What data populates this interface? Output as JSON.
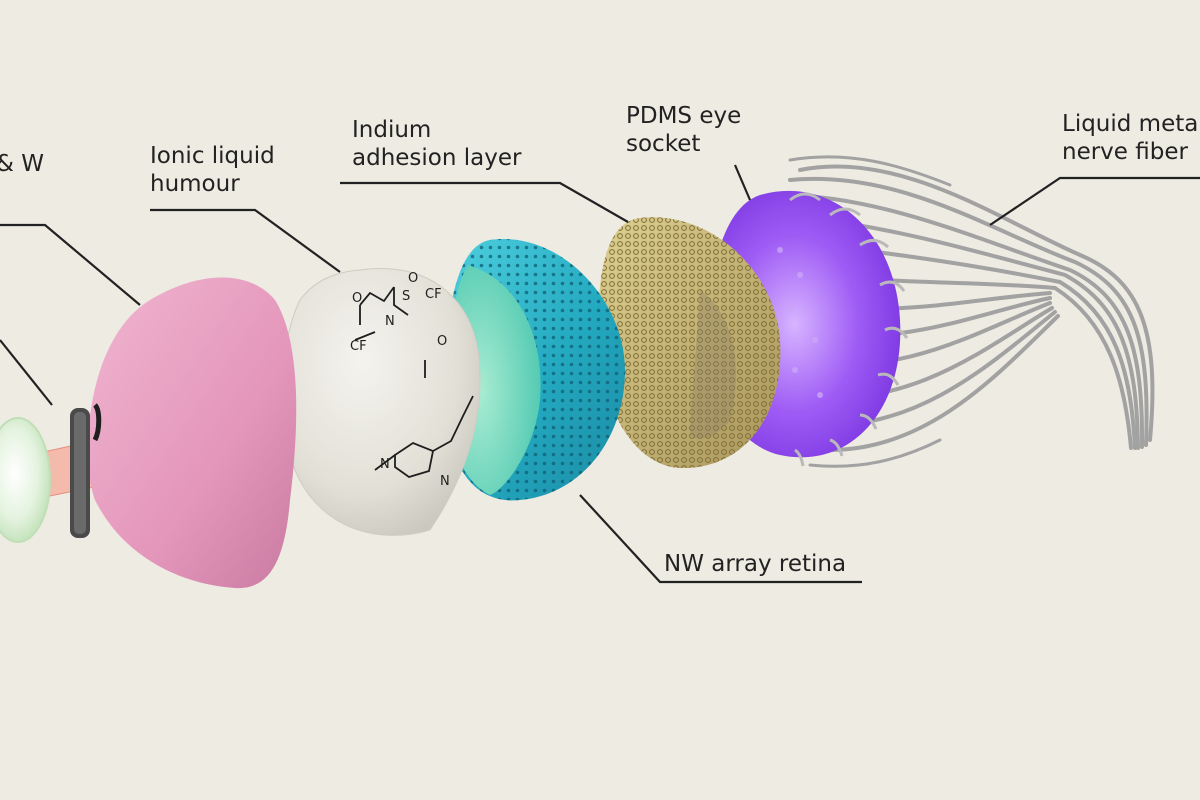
{
  "labels": {
    "lens": {
      "text": "& W"
    },
    "humour": {
      "line1": "Ionic liquid",
      "line2": "humour"
    },
    "adhesion": {
      "line1": "Indium",
      "line2": "adhesion layer"
    },
    "socket": {
      "line1": "PDMS eye",
      "line2": "socket"
    },
    "nerve": {
      "line1": "Liquid meta",
      "line2": "nerve fiber"
    },
    "retina": {
      "text": "NW array retina"
    }
  },
  "colors": {
    "background": "#edebe2",
    "lens": "#d6ecd0",
    "ring": "#555555",
    "iris_shell": "#e79ec0",
    "humour_sphere": "#e3e1d8",
    "light_beam": "#f2a99a",
    "retina": "#2ab4c8",
    "adhesion_layer": "#c8b46c",
    "eye_socket": "#8d4df0",
    "nerve_fibers": "#9c9c9c",
    "leader_lines": "#222222"
  }
}
